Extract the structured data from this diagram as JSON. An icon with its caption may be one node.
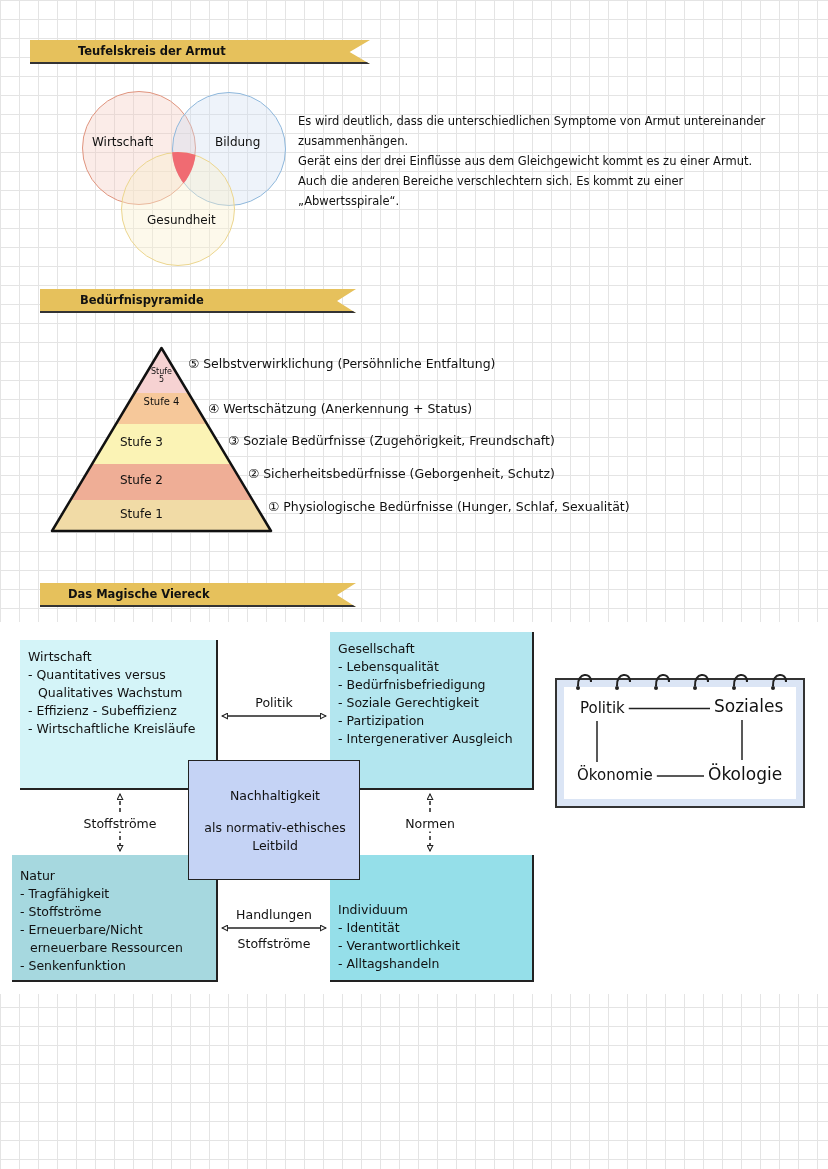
{
  "diagram": {
    "nodes": [
      {
        "text": [
          "Wirtschaft"
        ]
      },
      {
        "text": [
          "Bildung"
        ]
      },
      {
        "text": [
          "Gesundheit"
        ]
      },
      {
        "text": [
          "Stufe 5"
        ],
        "beside": [
          "⑤ Selbstverwirklichung (Persöhnliche Entfaltung)"
        ]
      },
      {
        "text": [
          "Stufe 4"
        ],
        "beside": [
          "④ Wertschätzung (Anerkennung + Status)"
        ]
      },
      {
        "text": [
          "Stufe 3"
        ],
        "beside": [
          "③ Soziale Bedürfnisse (Zugehörigkeit, Freundschaft)"
        ]
      },
      {
        "text": [
          "Stufe 2"
        ],
        "beside": [
          "② Sicherheitsbedürfnisse (Geborgenheit, Schutz)"
        ]
      },
      {
        "text": [
          "Stufe 1"
        ],
        "beside": [
          "① Physiologische Bedürfnisse (Hunger, Schlaf, Sexualität)"
        ]
      },
      {
        "text": [
          "Wirtschaft",
          "- Quantitatives versus Qualitatives Wachstum",
          "- Effizienz - Subeffizienz",
          "- Wirtschaftliche Kreisläufe"
        ]
      },
      {
        "text": [
          "Gesellschaft",
          "- Lebensqualität",
          "- Bedürfnisbefriedigung",
          "- Soziale Gerechtigkeit",
          "- Partizipation",
          "- Intergenerativer Ausgleich"
        ]
      },
      {
        "text": [
          "Nachhaltigkeit",
          "als normativ-ethisches Leitbild"
        ]
      },
      {
        "text": [
          "Natur",
          "- Tragfähigkeit",
          "- Stoffströme",
          "- Erneuerbare/Nicht erneuerbare Ressourcen",
          "- Senkenfunktion"
        ]
      },
      {
        "text": [
          "Individuum",
          "- Identität",
          "- Verantwortlichkeit",
          "- Alltagshandeln"
        ]
      },
      {
        "text": [],
        "shape": "box"
      },
      {
        "text": [
          "Politik"
        ],
        "in": 13
      },
      {
        "text": [
          "Soziales"
        ],
        "in": 13
      },
      {
        "text": [
          "Ökonomie"
        ],
        "in": 13
      },
      {
        "text": [
          "Ökologie"
        ],
        "in": 13
      }
    ],
    "edges": [
      {
        "from": 8,
        "to": 9,
        "arrow": "both",
        "label": "Politik"
      },
      {
        "from": 8,
        "to": 11,
        "arrow": "both",
        "label": "Stoffströme",
        "style": "dashed"
      },
      {
        "from": 9,
        "to": 12,
        "arrow": "both",
        "label": "Normen",
        "style": "dashed"
      },
      {
        "from": 11,
        "to": 12,
        "arrow": "both",
        "label": "Handlungen"
      },
      {
        "from": 14,
        "to": 15,
        "arrow": "none"
      },
      {
        "from": 14,
        "to": 16,
        "arrow": "none"
      },
      {
        "from": 15,
        "to": 17,
        "arrow": "none"
      },
      {
        "from": 16,
        "to": 17,
        "arrow": "none"
      }
    ],
    "labels": [
      "Teufelskreis der Armut",
      "Es wird deutlich, dass die unterschiedlichen Symptome von Armut untereinander zusammenhängen.",
      "Gerät eins der drei Einflüsse aus dem Gleichgewicht kommt es zu einer Armut. Auch die anderen Bereiche verschlechtern sich. Es kommt zu einer „Abwertsspirale“.",
      "Bedürfnispyramide",
      "Das Magische Viereck",
      "Stoffströme"
    ]
  }
}
